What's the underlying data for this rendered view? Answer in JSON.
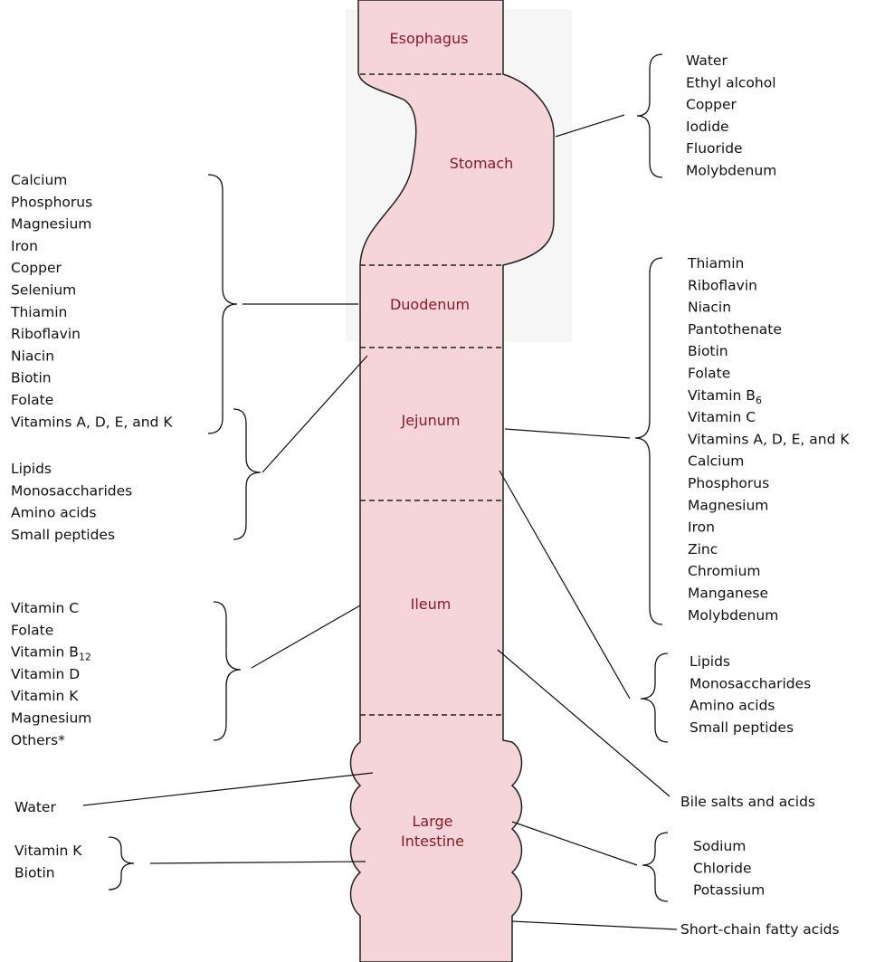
{
  "segments": {
    "esophagus": "Esophagus",
    "stomach": "Stomach",
    "duodenum": "Duodenum",
    "jejunum": "Jejunum",
    "ileum": "Ileum",
    "large_intestine_line1": "Large",
    "large_intestine_line2": "Intestine"
  },
  "groups": {
    "stomach": [
      "Water",
      "Ethyl alcohol",
      "Copper",
      "Iodide",
      "Fluoride",
      "Molybdenum"
    ],
    "duodenum": [
      "Calcium",
      "Phosphorus",
      "Magnesium",
      "Iron",
      "Copper",
      "Selenium",
      "Thiamin",
      "Riboflavin",
      "Niacin",
      "Biotin",
      "Folate",
      "Vitamins A, D, E, and K"
    ],
    "upper_macro_left": [
      "Lipids",
      "Monosaccharides",
      "Amino acids",
      "Small peptides"
    ],
    "jejunum": [
      "Thiamin",
      "Riboflavin",
      "Niacin",
      "Pantothenate",
      "Biotin",
      "Folate",
      "Vitamin B6",
      "Vitamin C",
      "Vitamins A, D, E, and K",
      "Calcium",
      "Phosphorus",
      "Magnesium",
      "Iron",
      "Zinc",
      "Chromium",
      "Manganese",
      "Molybdenum"
    ],
    "upper_macro_right": [
      "Lipids",
      "Monosaccharides",
      "Amino acids",
      "Small peptides"
    ],
    "ileum": [
      "Vitamin C",
      "Folate",
      "Vitamin B12",
      "Vitamin D",
      "Vitamin K",
      "Magnesium",
      "Others*"
    ],
    "large_left_water": [
      "Water"
    ],
    "large_left_vitamins": [
      "Vitamin K",
      "Biotin"
    ],
    "bile": [
      "Bile salts and acids"
    ],
    "electrolytes": [
      "Sodium",
      "Chloride",
      "Potassium"
    ],
    "scfa": [
      "Short-chain fatty acids"
    ]
  }
}
